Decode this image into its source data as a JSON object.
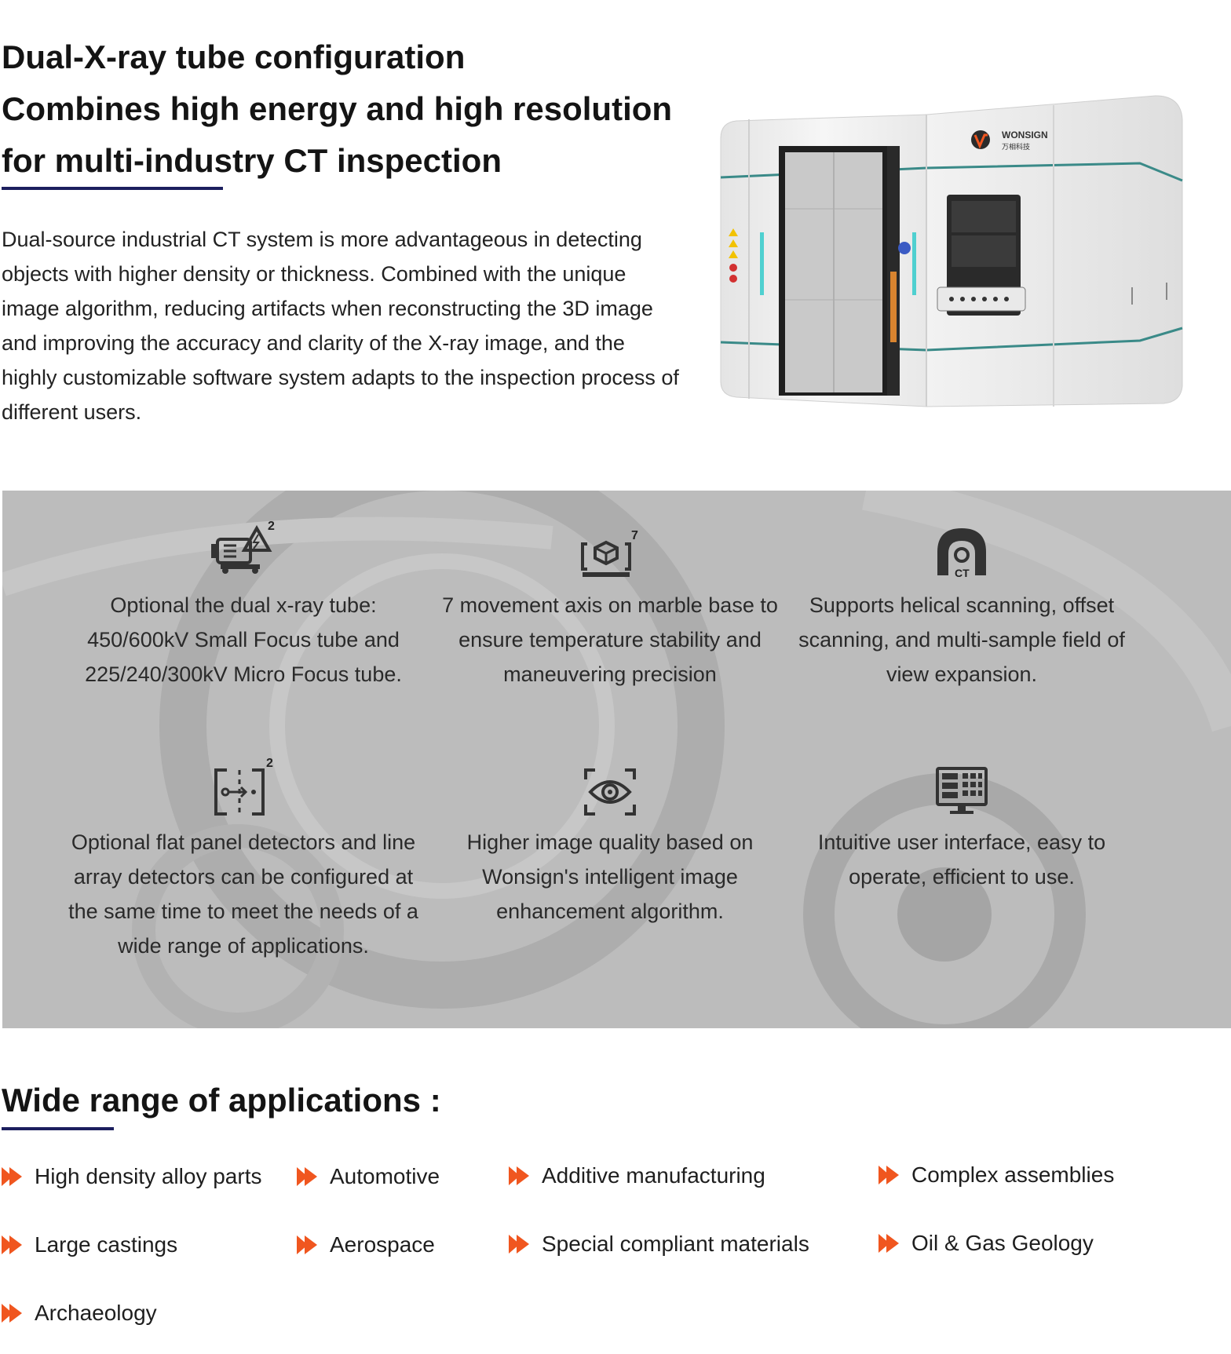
{
  "intro": {
    "heading_lines": [
      "Dual-X-ray tube configuration",
      "Combines high energy and high resolution",
      "for multi-industry CT inspection"
    ],
    "body": "Dual-source industrial CT system is more advantageous in detecting objects with higher density or thickness. Combined with the unique image algorithm, reducing artifacts when reconstructing the 3D image and improving the accuracy and clarity of the X-ray image, and the highly customizable software system adapts to the inspection process of different users.",
    "product_image": {
      "icon": "industrial-ct-cabinet",
      "brand": "WONSIGN",
      "brand_cn": "万相科技"
    }
  },
  "features": [
    {
      "icon": "dual-xray-tube-icon",
      "badge": "2",
      "text": "Optional the dual x-ray tube: 450/600kV Small Focus tube and 225/240/300kV Micro Focus tube."
    },
    {
      "icon": "movement-axis-icon",
      "badge": "7",
      "text": "7 movement axis on marble base to ensure temperature stability and maneuvering precision"
    },
    {
      "icon": "ct-scan-icon",
      "badge": "CT",
      "text": "Supports helical scanning, offset scanning, and multi-sample field of view expansion."
    },
    {
      "icon": "detector-icon",
      "badge": "2",
      "text": "Optional flat panel detectors and line array detectors can be configured at the same time to meet the needs of a wide range of applications."
    },
    {
      "icon": "eye-scan-icon",
      "text": "Higher image quality based on Wonsign's intelligent image enhancement algorithm."
    },
    {
      "icon": "monitor-ui-icon",
      "text": "Intuitive user interface, easy to operate, efficient to use."
    }
  ],
  "applications": {
    "title": "Wide range of applications :",
    "items": [
      "High density alloy parts",
      "Automotive",
      "Additive manufacturing",
      "Complex assemblies",
      "Large castings",
      "Aerospace",
      "Special compliant materials",
      "Oil & Gas Geology",
      "Archaeology"
    ]
  },
  "colors": {
    "accent_navy": "#1c1f5e",
    "bullet_orange": "#f0561f",
    "band_gray": "#bdbdbd",
    "teal_trim": "#3a8a88"
  }
}
